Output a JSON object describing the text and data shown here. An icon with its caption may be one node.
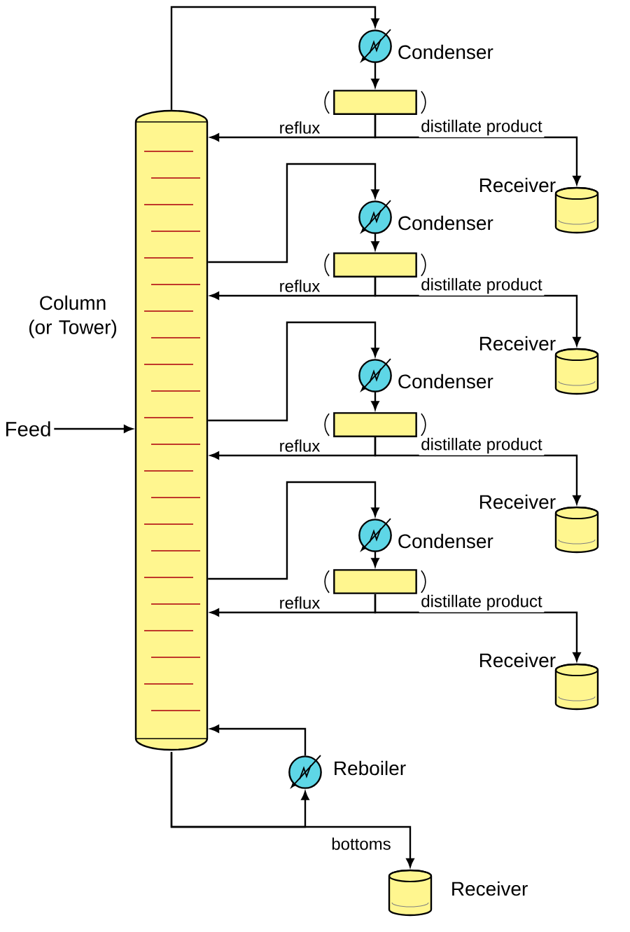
{
  "diagram": {
    "nodes": [
      {
        "text": [],
        "shape": "column",
        "beside": [
          "Column (or Tower)"
        ]
      },
      {
        "text": [
          "Feed"
        ]
      },
      {
        "text": [],
        "shape": "circle",
        "beside": [
          "Condenser"
        ]
      },
      {
        "text": [],
        "shape": "drum"
      },
      {
        "text": [],
        "shape": "cylinder",
        "beside": [
          "Receiver"
        ]
      },
      {
        "text": [],
        "shape": "circle",
        "beside": [
          "Condenser"
        ]
      },
      {
        "text": [],
        "shape": "drum"
      },
      {
        "text": [],
        "shape": "cylinder",
        "beside": [
          "Receiver"
        ]
      },
      {
        "text": [],
        "shape": "circle",
        "beside": [
          "Condenser"
        ]
      },
      {
        "text": [],
        "shape": "drum"
      },
      {
        "text": [],
        "shape": "cylinder",
        "beside": [
          "Receiver"
        ]
      },
      {
        "text": [],
        "shape": "circle",
        "beside": [
          "Condenser"
        ]
      },
      {
        "text": [],
        "shape": "drum"
      },
      {
        "text": [],
        "shape": "cylinder",
        "beside": [
          "Receiver"
        ]
      },
      {
        "text": [],
        "shape": "circle",
        "beside": [
          "Reboiler"
        ]
      },
      {
        "text": [],
        "shape": "cylinder",
        "beside": [
          "Receiver"
        ]
      }
    ],
    "edges": [
      {
        "from": 1,
        "to": 0,
        "arrow": "to"
      },
      {
        "from": 0,
        "to": 2,
        "arrow": "to"
      },
      {
        "from": 2,
        "to": 3,
        "arrow": "to"
      },
      {
        "from": 3,
        "to": 0,
        "arrow": "to",
        "label": "reflux"
      },
      {
        "from": 3,
        "to": 4,
        "arrow": "to",
        "label": "distillate product"
      },
      {
        "from": 0,
        "to": 5,
        "arrow": "to"
      },
      {
        "from": 5,
        "to": 6,
        "arrow": "to"
      },
      {
        "from": 6,
        "to": 0,
        "arrow": "to",
        "label": "reflux"
      },
      {
        "from": 6,
        "to": 7,
        "arrow": "to",
        "label": "distillate product"
      },
      {
        "from": 0,
        "to": 8,
        "arrow": "to"
      },
      {
        "from": 8,
        "to": 9,
        "arrow": "to"
      },
      {
        "from": 9,
        "to": 0,
        "arrow": "to",
        "label": "reflux"
      },
      {
        "from": 9,
        "to": 10,
        "arrow": "to",
        "label": "distillate product"
      },
      {
        "from": 0,
        "to": 11,
        "arrow": "to"
      },
      {
        "from": 11,
        "to": 12,
        "arrow": "to"
      },
      {
        "from": 12,
        "to": 0,
        "arrow": "to",
        "label": "reflux"
      },
      {
        "from": 12,
        "to": 13,
        "arrow": "to",
        "label": "distillate product"
      },
      {
        "from": 0,
        "to": 14,
        "arrow": "to"
      },
      {
        "from": 14,
        "to": 0,
        "arrow": "to"
      },
      {
        "from": 0,
        "to": 15,
        "arrow": "to",
        "label": "bottoms"
      }
    ]
  }
}
